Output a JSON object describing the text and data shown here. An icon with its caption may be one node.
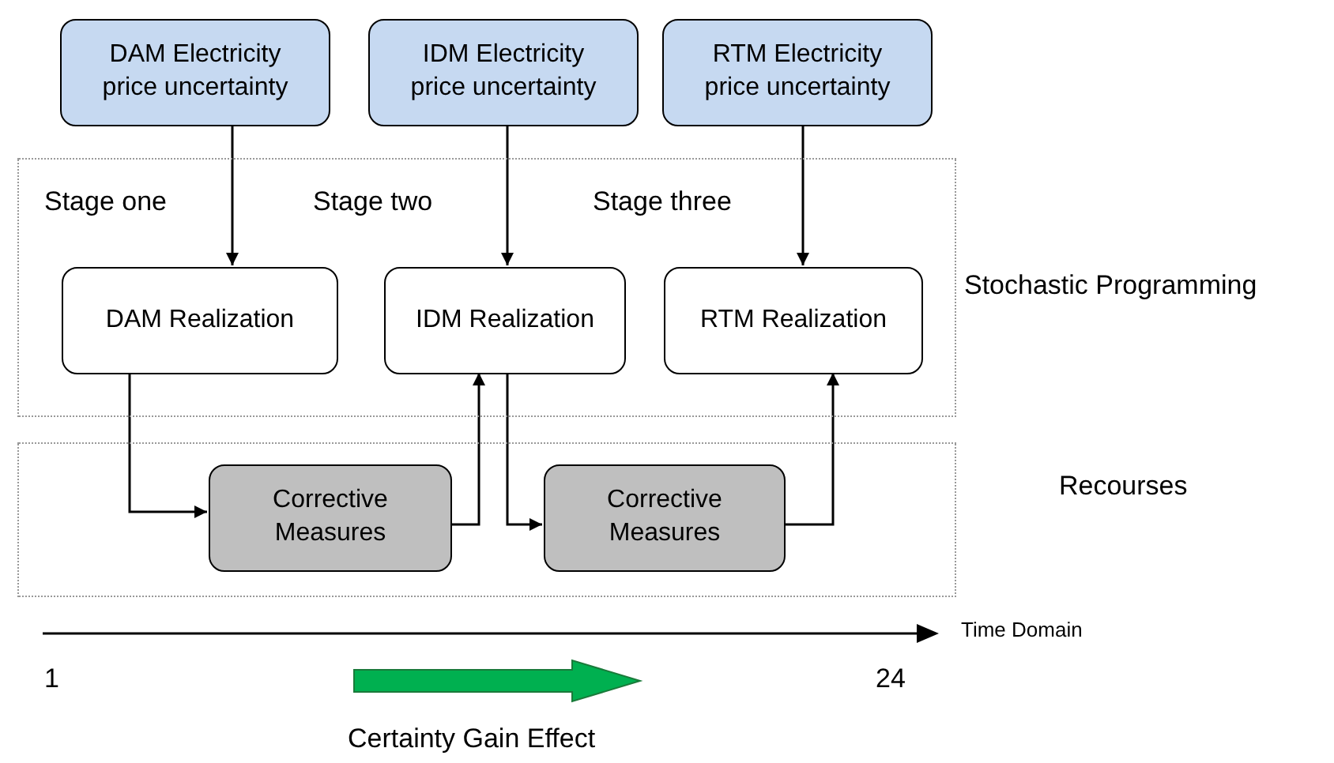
{
  "diagram": {
    "nodes": [
      {
        "text": [
          "DAM Electricity price uncertainty"
        ]
      },
      {
        "text": [
          "IDM Electricity price uncertainty"
        ]
      },
      {
        "text": [
          "RTM Electricity price uncertainty"
        ]
      },
      {
        "text": [
          "Stochastic Programming"
        ]
      },
      {
        "text": [
          "DAM Realization"
        ],
        "in": 3
      },
      {
        "text": [
          "IDM Realization"
        ],
        "in": 3
      },
      {
        "text": [
          "RTM Realization"
        ],
        "in": 3
      },
      {
        "text": [
          "Recourses"
        ]
      },
      {
        "text": [
          "Corrective Measures"
        ],
        "in": 7
      },
      {
        "text": [
          "Corrective Measures"
        ],
        "in": 7
      }
    ],
    "edges": [
      {
        "from": 0,
        "to": 4,
        "arrow": "to"
      },
      {
        "from": 1,
        "to": 5,
        "arrow": "to"
      },
      {
        "from": 2,
        "to": 6,
        "arrow": "to"
      },
      {
        "from": 4,
        "to": 8,
        "arrow": "to"
      },
      {
        "from": 8,
        "to": 5,
        "arrow": "to"
      },
      {
        "from": 5,
        "to": 9,
        "arrow": "to"
      },
      {
        "from": 9,
        "to": 6,
        "arrow": "to"
      }
    ],
    "labels": [
      "Stage one",
      "Stage two",
      "Stage three",
      "Time Domain",
      "1",
      "24",
      "Certainty Gain Effect"
    ]
  }
}
